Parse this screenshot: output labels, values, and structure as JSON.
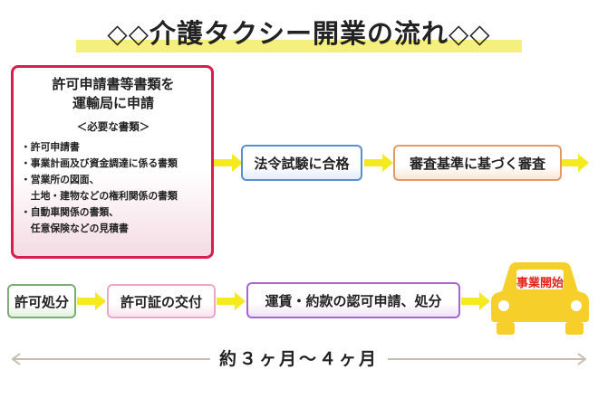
{
  "title": "◇◇介護タクシー開業の流れ◇◇",
  "application": {
    "title_line1": "許可申請書等書類を",
    "title_line2": "運輸局に申請",
    "subheading": "＜必要な書類＞",
    "items": [
      "・許可申請書",
      "・事業計画及び資金調達に係る書類",
      "・営業所の図面、",
      "　土地・建物などの権利関係の書類",
      "・自動車関係の書類、",
      "　任意保険などの見積書"
    ]
  },
  "steps": {
    "exam": "法令試験に合格",
    "review": "審査基準に基づく審査",
    "permit": "許可処分",
    "certificate": "許可証の交付",
    "fare": "運賃・約款の認可申請、処分",
    "start": "事業開始"
  },
  "period": "約３ヶ月〜４ヶ月",
  "colors": {
    "application_border": "#d61f4f",
    "exam_border": "#5a8fcf",
    "review_border": "#e39a66",
    "permit_border": "#78b070",
    "certificate_border": "#e8a9c7",
    "fare_border": "#a565d3",
    "arrow": "#f4ea1f",
    "car": "#f7cf2a",
    "start_text": "#e0241c",
    "title_highlight": "#f5ef7e"
  },
  "icons": {
    "arrows": "yellow-arrow-icon",
    "car": "car-icon",
    "period": "double-arrow-icon"
  }
}
